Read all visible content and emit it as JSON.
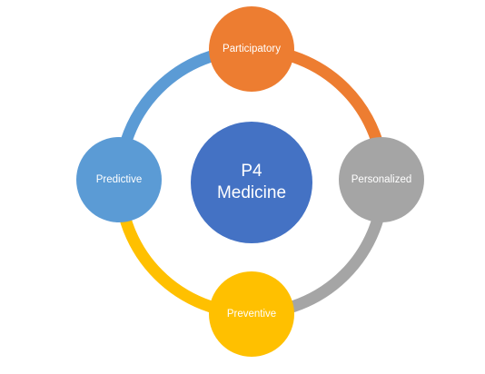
{
  "center": {
    "label": "P4\nMedicine",
    "color": "#4472c4"
  },
  "nodes": {
    "top": {
      "label": "Participatory",
      "color": "#ed7d31"
    },
    "right": {
      "label": "Personalized",
      "color": "#a5a5a5"
    },
    "bottom": {
      "label": "Preventive",
      "color": "#ffc000"
    },
    "left": {
      "label": "Predictive",
      "color": "#5b9bd5"
    }
  },
  "ring_colors": {
    "top_right": "#ed7d31",
    "right_bottom": "#a5a5a5",
    "bottom_left": "#ffc000",
    "left_top": "#5b9bd5"
  }
}
